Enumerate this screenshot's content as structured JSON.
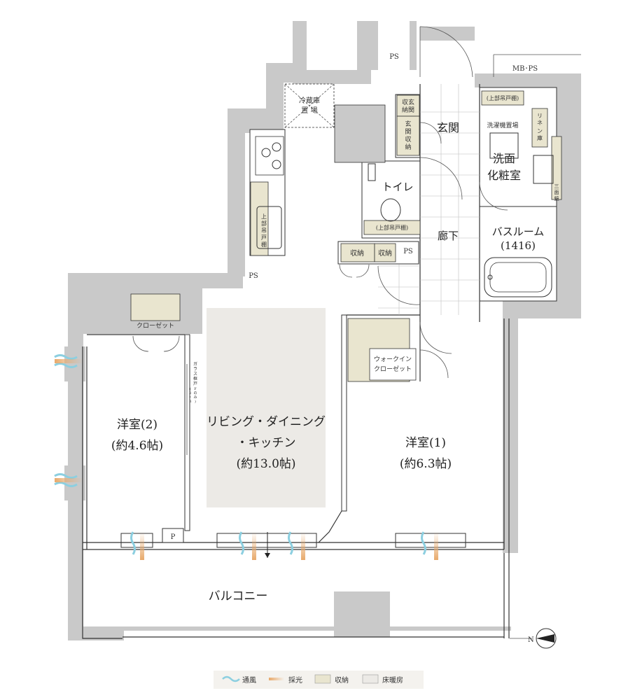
{
  "rooms": {
    "ldk_line1": "リビング・ダイニング",
    "ldk_line2": "・キッチン",
    "ldk_size": "(約13.0帖)",
    "western1_name": "洋室(1)",
    "western1_size": "(約6.3帖)",
    "western2_name": "洋室(2)",
    "western2_size": "(約4.6帖)",
    "entrance": "玄関",
    "washroom_line1": "洗面",
    "washroom_line2": "化粧室",
    "toilet": "トイレ",
    "corridor": "廊下",
    "bathroom_name": "バスルーム",
    "bathroom_size": "(1416)",
    "balcony": "バルコニー"
  },
  "storage": {
    "closet": "クローゼット",
    "walkin_line1": "ウォークイン",
    "walkin_line2": "クローゼット",
    "shuno1": "収納",
    "shuno2": "収納",
    "genkan_shuno_a1": "収玄",
    "genkan_shuno_a2": "納関",
    "genkan_shuno_b": [
      "玄",
      "関",
      "収",
      "納"
    ],
    "upper_cabinet_kitchen": [
      "上",
      "部",
      "吊",
      "戸",
      "棚"
    ],
    "upper_cabinet_toilet": "(上部吊戸棚)",
    "upper_cabinet_wash": "(上部吊戸棚)",
    "linen": [
      "リ",
      "ネ",
      "ン",
      "庫"
    ],
    "three_mirror": [
      "三",
      "面",
      "鏡"
    ],
    "fridge_line1": "冷蔵庫",
    "fridge_line2": "置 場",
    "laundry": "洗濯機置場"
  },
  "fixtures": {
    "ps1": "PS",
    "ps2": "PS",
    "ps3": "PS",
    "mbps": "MB･PS",
    "p": "P",
    "glass_door": [
      "ガ",
      "ラ",
      "ス",
      "框",
      "戸",
      "(",
      "2",
      "・",
      "3",
      "F",
      "の",
      "み",
      ")"
    ]
  },
  "legend": {
    "wind": "通風",
    "light": "採光",
    "storage": "収納",
    "floor_heating": "床暖房"
  },
  "colors": {
    "wall": "#c9c9c9",
    "storage": "#e9e5cf",
    "floor_heating": "#eceae6",
    "wind": "#8ccfe0",
    "light": "#e8a96a",
    "legend_bg": "#f4f2ee"
  }
}
